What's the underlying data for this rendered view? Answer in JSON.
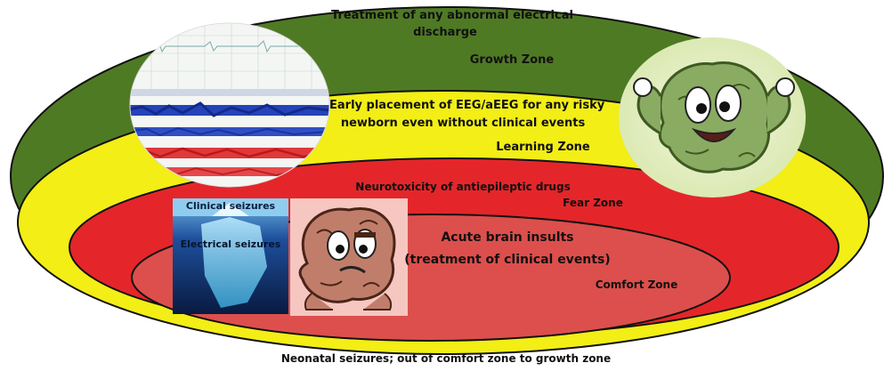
{
  "colors": {
    "growth": "#4f7a24",
    "learning": "#f2ee16",
    "fear": "#e4262a",
    "comfort": "#dc4f4c",
    "outline": "#111111"
  },
  "zones": {
    "growth": {
      "statement": "Treatment of any abnormal electrical discharge",
      "statement_line1": "Treatment of any abnormal electrical",
      "statement_line2": "discharge",
      "name": "Growth Zone"
    },
    "learning": {
      "statement": "Early placement of EEG/aEEG for any risky newborn even without clinical events",
      "statement_line1": "Early placement of EEG/aEEG for any risky",
      "statement_line2": "newborn even without clinical events",
      "name": "Learning Zone"
    },
    "fear": {
      "statement": "Neurotoxicity of antiepileptic drugs",
      "name": "Fear Zone"
    },
    "comfort": {
      "statement_line1": "Acute brain insults",
      "statement_line2": "(treatment of clinical events)",
      "name": "Comfort Zone"
    }
  },
  "iceberg": {
    "top_label": "Clinical seizures",
    "bottom_label": "Electrical seizures"
  },
  "images": {
    "eeg": "eeg-trace-image",
    "happy_brain": "happy-brain-cartoon",
    "worried_brain": "worried-brain-cartoon",
    "iceberg": "iceberg-image"
  },
  "caption": "Neonatal seizures; out of comfort zone to growth zone"
}
